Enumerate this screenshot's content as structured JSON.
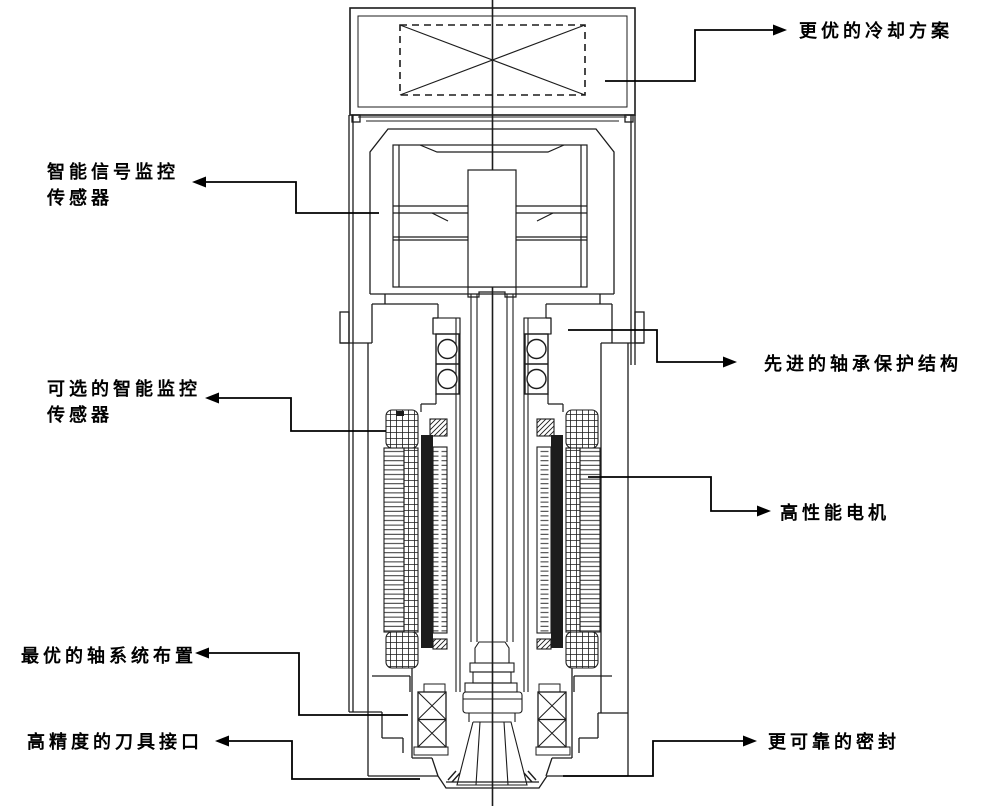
{
  "figure": {
    "type": "technical-cutaway-diagram",
    "subject_labels_language": "zh-CN"
  },
  "colors": {
    "background": "#ffffff",
    "ink": "#1c1c1c",
    "callout": "#000000"
  },
  "labels": {
    "cooling": {
      "text": "更优的冷却方案"
    },
    "signal_sensor": {
      "line1": "智能信号监控",
      "line2": "传感器"
    },
    "bearing_protection": {
      "text": "先进的轴承保护结构"
    },
    "optional_sensor": {
      "line1": "可选的智能监控",
      "line2": "传感器"
    },
    "motor": {
      "text": "高性能电机"
    },
    "shaft_system": {
      "text": "最优的轴系统布置"
    },
    "tool_interface": {
      "text": "高精度的刀具接口"
    },
    "seal": {
      "text": "更可靠的密封"
    }
  }
}
